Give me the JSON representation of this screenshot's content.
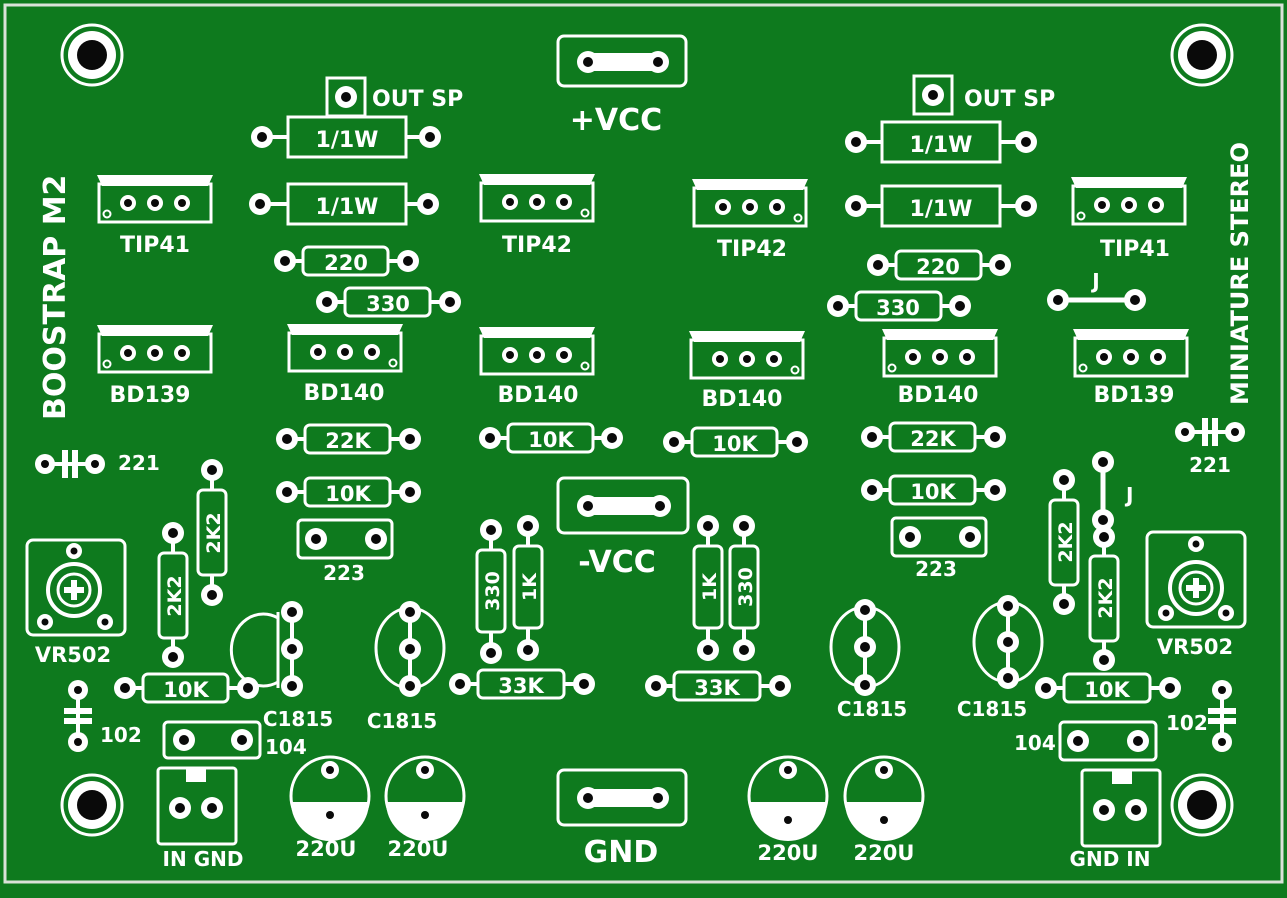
{
  "colors": {
    "board": "#0e7a1e",
    "silk": "#ffffff",
    "outline": "#cfd8cf",
    "pad_hole": "#0a0a0a"
  },
  "title": "BOOSTRAP M2",
  "subtitle": "MINIATURE STEREO",
  "rails": {
    "pos": "+VCC",
    "neg": "-VCC",
    "gnd": "GND"
  },
  "speaker_out": [
    "OUT SP",
    "OUT SP"
  ],
  "transistors": {
    "tip41": [
      "TIP41",
      "TIP41"
    ],
    "tip42": [
      "TIP42",
      "TIP42"
    ],
    "bd139": [
      "BD139",
      "BD139"
    ],
    "bd140": [
      "BD140",
      "BD140",
      "BD140",
      "BD140"
    ],
    "c1815": [
      "C1815",
      "C1815",
      "C1815",
      "C1815"
    ]
  },
  "resistors": {
    "r_1w": [
      "1/1W",
      "1/1W",
      "1/1W",
      "1/1W"
    ],
    "r220": [
      "220",
      "220"
    ],
    "r330": [
      "330",
      "330",
      "330",
      "330"
    ],
    "r22k": [
      "22K",
      "22K"
    ],
    "r10k": [
      "10K",
      "10K",
      "10K",
      "10K",
      "10K",
      "10K"
    ],
    "r2k2": [
      "2K2",
      "2K2",
      "2K2",
      "2K2"
    ],
    "r1k": [
      "1K",
      "1K"
    ],
    "r33k": [
      "33K",
      "33K"
    ]
  },
  "capacitors": {
    "c221": [
      "221",
      "221"
    ],
    "c223": [
      "223",
      "223"
    ],
    "c102": [
      "102",
      "102"
    ],
    "c104": [
      "104",
      "104"
    ],
    "c220u": [
      "220U",
      "220U",
      "220U",
      "220U"
    ]
  },
  "jumpers": [
    "J",
    "J"
  ],
  "trimmers": [
    "VR502",
    "VR502"
  ],
  "inputs": {
    "left": "IN GND",
    "right": "GND IN"
  }
}
